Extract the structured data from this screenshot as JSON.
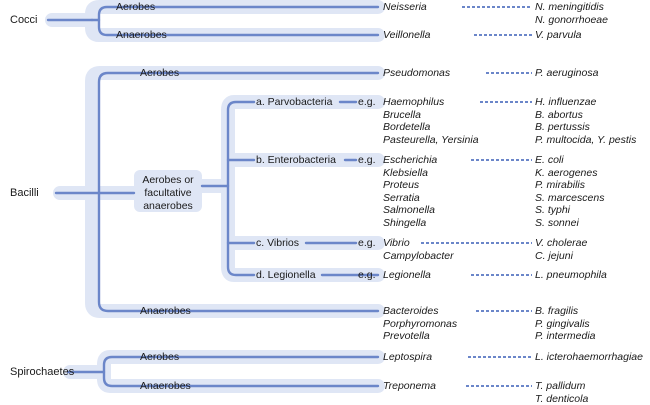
{
  "groups": {
    "cocci": "Cocci",
    "bacilli": "Bacilli",
    "spirochaetes": "Spirochaetes"
  },
  "labels": {
    "aerobes": "Aerobes",
    "anaerobes": "Anaerobes",
    "facultative_line1": "Aerobes or",
    "facultative_line2": "facultative",
    "facultative_line3": "anaerobes",
    "eg": "e.g."
  },
  "subgroups": {
    "parvobacteria": "a. Parvobacteria",
    "enterobacteria": "b. Enterobacteria",
    "vibrios": "c. Vibrios",
    "legionella": "d. Legionella"
  },
  "genera": {
    "neisseria": "Neisseria",
    "veillonella": "Veillonella",
    "pseudomonas": "Pseudomonas",
    "haemophilus": "Haemophilus",
    "brucella": "Brucella",
    "bordetella": "Bordetella",
    "pasteurella": "Pasteurella, Yersinia",
    "escherichia": "Escherichia",
    "klebsiella": "Klebsiella",
    "proteus": "Proteus",
    "serratia": "Serratia",
    "salmonella": "Salmonella",
    "shingella": "Shingella",
    "vibrio": "Vibrio",
    "campylobacter": "Campylobacter",
    "legionella": "Legionella",
    "bacteroides": "Bacteroides",
    "porphyromonas": "Porphyromonas",
    "prevotella": "Prevotella",
    "leptospira": "Leptospira",
    "treponema": "Treponema"
  },
  "species": {
    "n_meningitidis": "N. meningitidis",
    "n_gonorrhoeae": "N. gonorrhoeae",
    "v_parvula": "V. parvula",
    "p_aeruginosa": "P. aeruginosa",
    "h_influenzae": "H. influenzae",
    "b_abortus": "B. abortus",
    "b_pertussis": "B. pertussis",
    "p_multocida": "P. multocida, Y. pestis",
    "e_coli": "E. coli",
    "k_aerogenes": "K. aerogenes",
    "p_mirabilis": "P. mirabilis",
    "s_marcescens": "S. marcescens",
    "s_typhi": "S. typhi",
    "s_sonnei": "S. sonnei",
    "v_cholerae": "V. cholerae",
    "c_jejuni": "C. jejuni",
    "l_pneumophila": "L. pneumophila",
    "b_fragilis": "B. fragilis",
    "p_gingivalis": "P. gingivalis",
    "p_intermedia": "P. intermedia",
    "l_icterohaemorrhagiae": "L. icterohaemorrhagiae",
    "t_pallidum": "T. pallidum",
    "t_denticola": "T. denticola"
  },
  "colors": {
    "line": "#6b86c9",
    "band": "#dfe6f5",
    "dash": "#6b86c9",
    "text": "#1a1a1a"
  }
}
